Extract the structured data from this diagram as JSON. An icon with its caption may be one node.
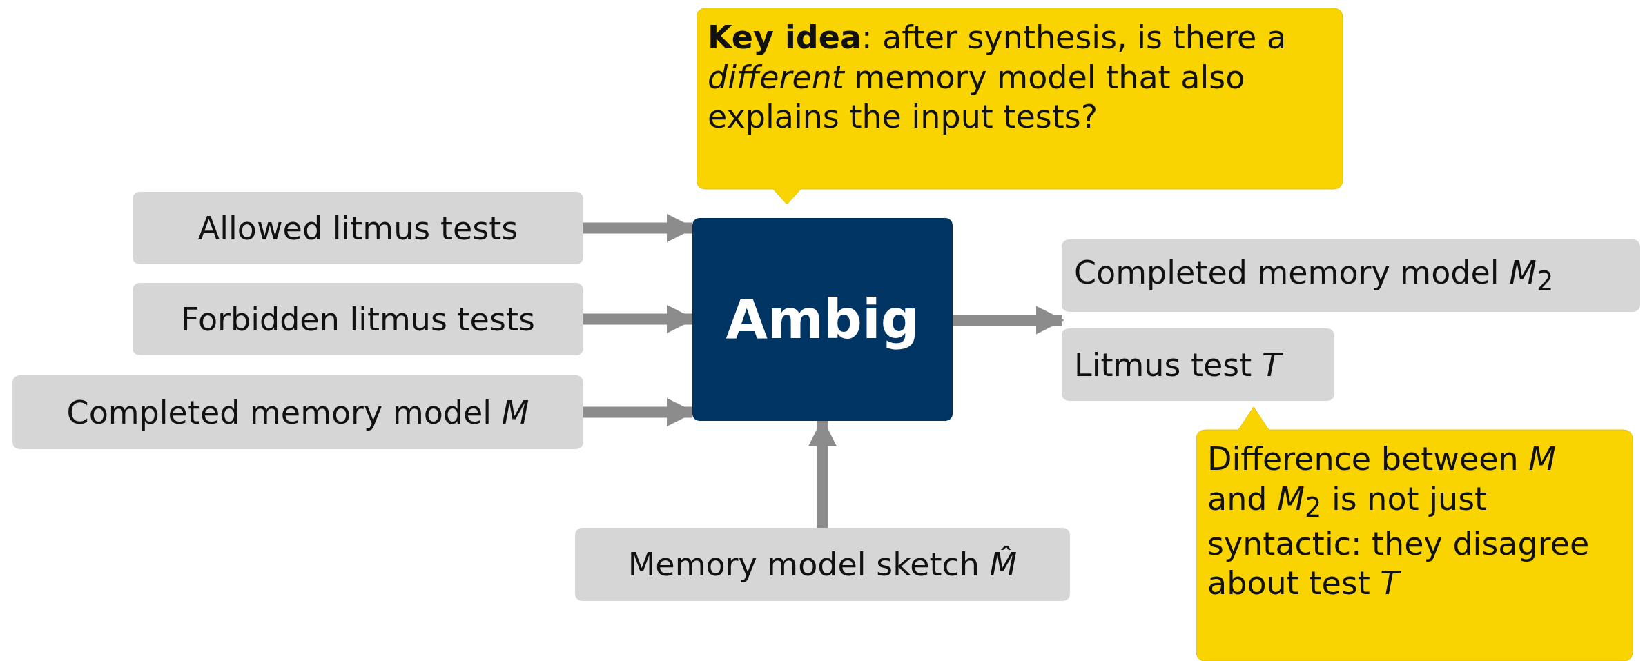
{
  "diagram": {
    "nodes": [
      {
        "text": [
          "Allowed litmus tests"
        ]
      },
      {
        "text": [
          "Forbidden litmus tests"
        ]
      },
      {
        "text": [
          "Completed memory model *M*"
        ]
      },
      {
        "text": [
          "Ambig"
        ]
      },
      {
        "text": [
          "Memory model sketch *M̂*"
        ]
      },
      {
        "text": [
          "Completed memory model *M*$_{2}$"
        ]
      },
      {
        "text": [
          "Litmus test *T*"
        ]
      },
      {
        "text": [
          "**Key idea**: after synthesis, is there a *different* memory model that also explains the input tests?"
        ]
      },
      {
        "text": [
          "Difference between *M* and *M*$_{2}$ is not just syntactic: they disagree about test *T*"
        ]
      }
    ],
    "edges": [
      {
        "from": 0,
        "to": 3,
        "arrow": "to"
      },
      {
        "from": 1,
        "to": 3,
        "arrow": "to"
      },
      {
        "from": 2,
        "to": 3,
        "arrow": "to"
      },
      {
        "from": 4,
        "to": 3,
        "arrow": "to"
      },
      {
        "from": 3,
        "to": 5,
        "arrow": "to"
      },
      {
        "from": 3,
        "to": 6,
        "arrow": "to"
      }
    ]
  }
}
